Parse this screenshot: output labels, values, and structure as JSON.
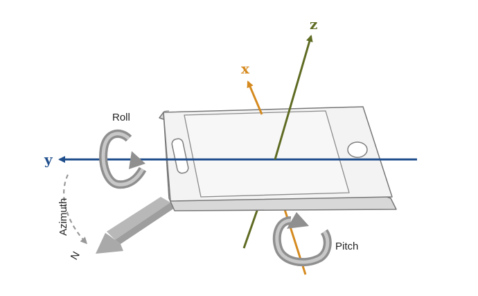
{
  "axes": {
    "x": {
      "label": "x",
      "color": "#d58a1f"
    },
    "y": {
      "label": "y",
      "color": "#1f4e8c"
    },
    "z": {
      "label": "z",
      "color": "#5e6b22"
    }
  },
  "rotations": {
    "roll": {
      "label": "Roll"
    },
    "pitch": {
      "label": "Pitch"
    },
    "azimuth": {
      "label": "Azimuth"
    }
  },
  "north": {
    "label": "N"
  },
  "colors": {
    "phone_body": "#f3f3f3",
    "phone_side": "#d8d8d8",
    "phone_outline": "#777777",
    "rotation_arrow": "#8f8f8f",
    "north_arrow": "#b3b3b3"
  },
  "icons": [
    "roll-rotation-icon",
    "pitch-rotation-icon",
    "azimuth-arc-icon",
    "north-arrow-icon",
    "home-button-icon",
    "speaker-icon"
  ]
}
